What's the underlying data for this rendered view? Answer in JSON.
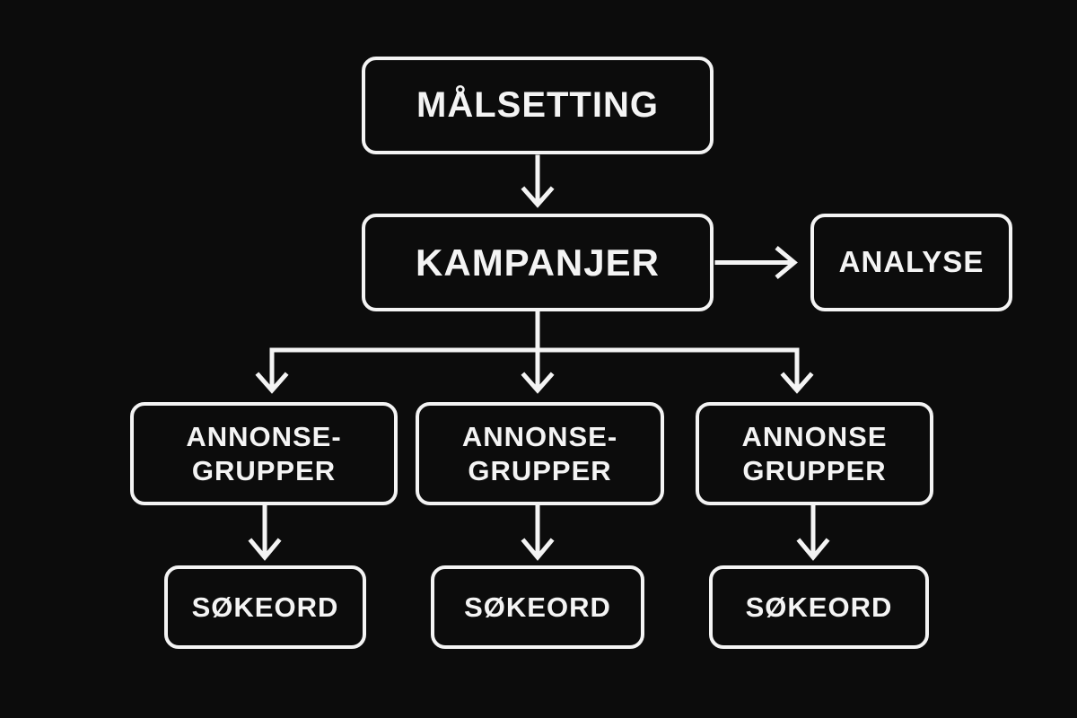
{
  "diagram": {
    "colors": {
      "background": "#0c0c0c",
      "stroke": "#f4f4f4",
      "text": "#f4f4f4"
    },
    "nodes": {
      "malsetting": {
        "label": "MÅLSETTING"
      },
      "kampanjer": {
        "label": "KAMPANJER"
      },
      "analyse": {
        "label": "ANALYSE"
      },
      "annonsegrupper_left": {
        "line1": "ANNONSE-",
        "line2": "GRUPPER"
      },
      "annonsegrupper_middle": {
        "line1": "ANNONSE-",
        "line2": "GRUPPER"
      },
      "annonsegrupper_right": {
        "line1": "ANNONSE",
        "line2": "GRUPPER"
      },
      "sokeord_left": {
        "label": "SØKEORD"
      },
      "sokeord_middle": {
        "label": "SØKEORD"
      },
      "sokeord_right": {
        "label": "SØKEORD"
      }
    }
  }
}
